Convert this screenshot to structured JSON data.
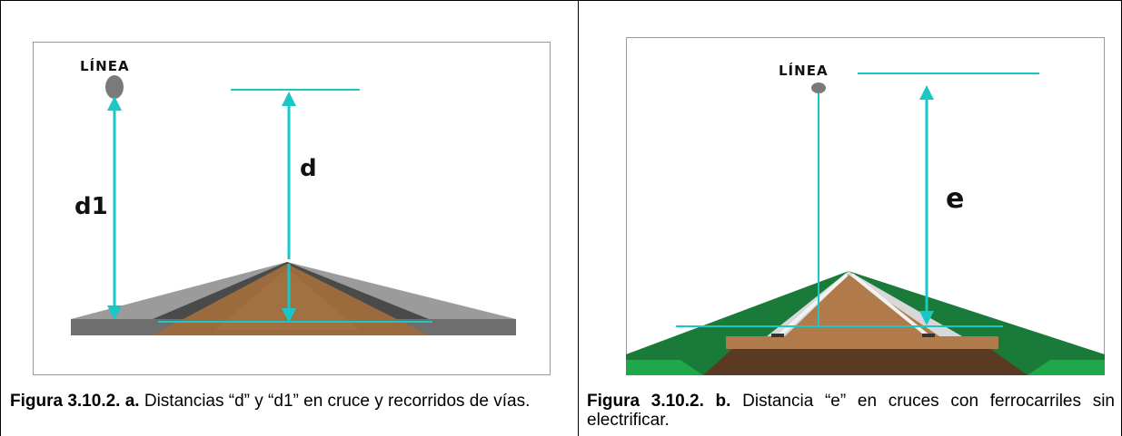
{
  "figure_a": {
    "line_label": "LÍNEA",
    "label_d1": "d1",
    "label_d": "d",
    "caption_bold": "Figura 3.10.2. a.",
    "caption_text": " Distancias “d” y “d1” en cruce y recorridos de vías."
  },
  "figure_b": {
    "line_label": "LÍNEA",
    "label_e": "e",
    "caption_bold": "Figura 3.10.2. b.",
    "caption_text": " Distancia “e” en cruces con ferrocarriles sin electrificar."
  },
  "colors": {
    "arrow": "#19c7c7",
    "ballast_gray": "#8a8a8a",
    "earth_brown": "#9a6a3e",
    "grass_green": "#1a7a3a"
  }
}
